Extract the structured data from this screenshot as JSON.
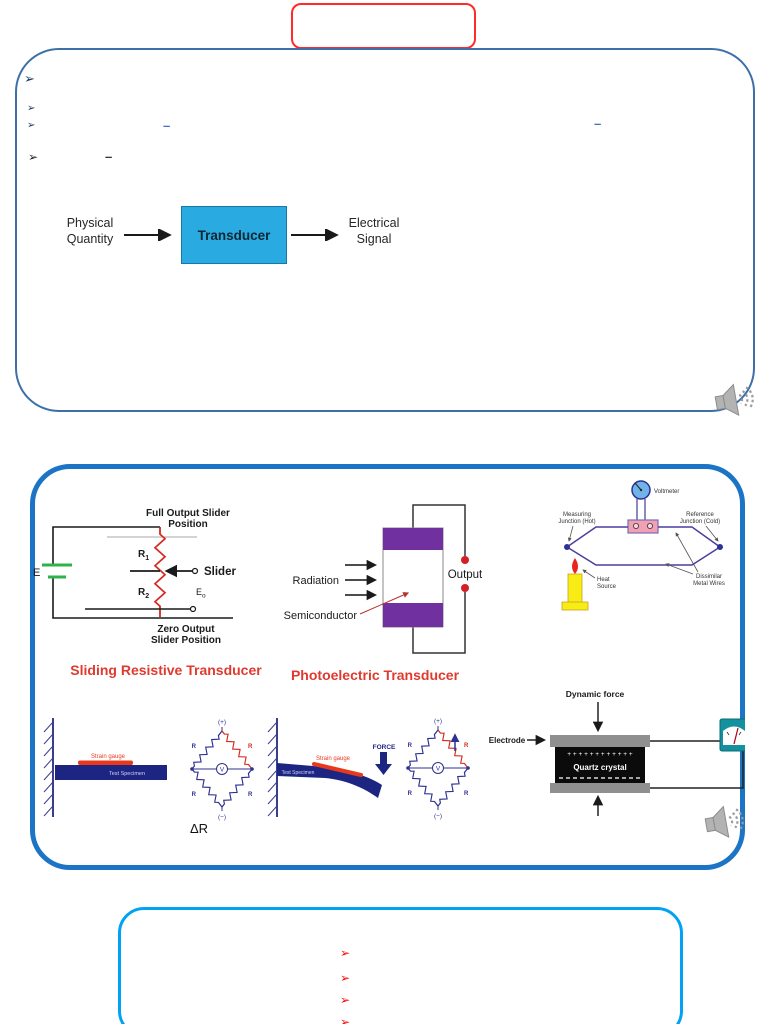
{
  "title_box": {
    "text": ""
  },
  "slide1": {
    "bullets": [
      {
        "glyph": "➢"
      },
      {
        "glyph": "➢"
      },
      {
        "glyph": "➢"
      },
      {
        "glyph": "➢"
      }
    ],
    "dashes": [
      "–",
      "–",
      "–"
    ],
    "flow": {
      "input_line1": "Physical",
      "input_line2": "Quantity",
      "box": "Transducer",
      "output_line1": "Electrical",
      "output_line2": "Signal"
    }
  },
  "slide2": {
    "sliding": {
      "top_label_line1": "Full Output Slider",
      "top_label_line2": "Position",
      "r": "R",
      "r1_sub": "1",
      "r2_sub": "2",
      "slider": "Slider",
      "e": "E",
      "eo": "E",
      "eo_sub": "o",
      "bottom_label_line1": "Zero Output",
      "bottom_label_line2": "Slider Position",
      "caption": "Sliding Resistive Transducer"
    },
    "photo": {
      "radiation": "Radiation",
      "semiconductor": "Semiconductor",
      "output": "Output",
      "caption": "Photoelectric Transducer"
    },
    "thermo": {
      "voltmeter": "Voltmeter",
      "measuring_line1": "Measuring",
      "measuring_line2": "Junction (Hot)",
      "reference_line1": "Reference",
      "reference_line2": "Junction (Cold)",
      "heat_line1": "Heat",
      "heat_line2": "Source",
      "dissimilar_line1": "Dissimilar",
      "dissimilar_line2": "Metal Wires"
    },
    "strain1": {
      "gauge": "Strain gauge",
      "specimen": "Test Specimen",
      "delta_r": "ΔR",
      "bridge": {
        "plus": "(+)",
        "minus": "(−)",
        "r": "R",
        "v": "V"
      }
    },
    "strain2": {
      "gauge": "Strain gauge",
      "specimen": "Test Specimen",
      "force": "FORCE",
      "bridge": {
        "plus": "(+)",
        "minus": "(−)",
        "r": "R",
        "v": "V"
      }
    },
    "piezo": {
      "dynamic_force": "Dynamic force",
      "electrode": "Electrode",
      "plus_row": "+ + + + + + + + + + + +",
      "quartz": "Quartz crystal"
    }
  },
  "slide3": {
    "bullets": [
      {
        "glyph": "➢"
      },
      {
        "glyph": "➢"
      },
      {
        "glyph": "➢"
      },
      {
        "glyph": "➢"
      }
    ]
  },
  "colors": {
    "slide1_border": "#3d6fa8",
    "slide2_border": "#1b74c5",
    "slide3_border": "#00a2f3",
    "title_box_border": "#ff2b2b",
    "transducer_fill": "#29abe2",
    "caption_red": "#e03a2f",
    "purple_block": "#7030a0",
    "resistor_red": "#d42a1e",
    "battery_green": "#2eb34a",
    "beam_navy": "#1d2583",
    "bridge_blue": "#2e3192",
    "meter_teal": "#14919e",
    "bullet_navy": "#17375e",
    "bullet_red": "#fe0000"
  }
}
